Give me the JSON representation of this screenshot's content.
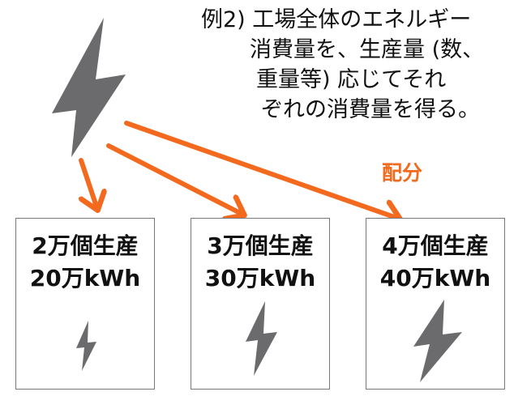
{
  "caption": {
    "lines": [
      "例2) 工場全体のエネルギー",
      "消費量を、生産量 (数、",
      "重量等) 応じてそれ",
      "ぞれの消費量を得る。"
    ]
  },
  "distribution_label": "配分",
  "boxes": [
    {
      "production": "2万個生産",
      "energy": "20万kWh"
    },
    {
      "production": "3万個生産",
      "energy": "30万kWh"
    },
    {
      "production": "4万個生産",
      "energy": "40万kWh"
    }
  ],
  "colors": {
    "arrow": "#f36a1f",
    "bolt": "#6b6b6d",
    "box_border": "#777777",
    "text": "#111111"
  },
  "icons": {
    "source": "lightning-bolt-icon",
    "box": "lightning-bolt-icon"
  }
}
